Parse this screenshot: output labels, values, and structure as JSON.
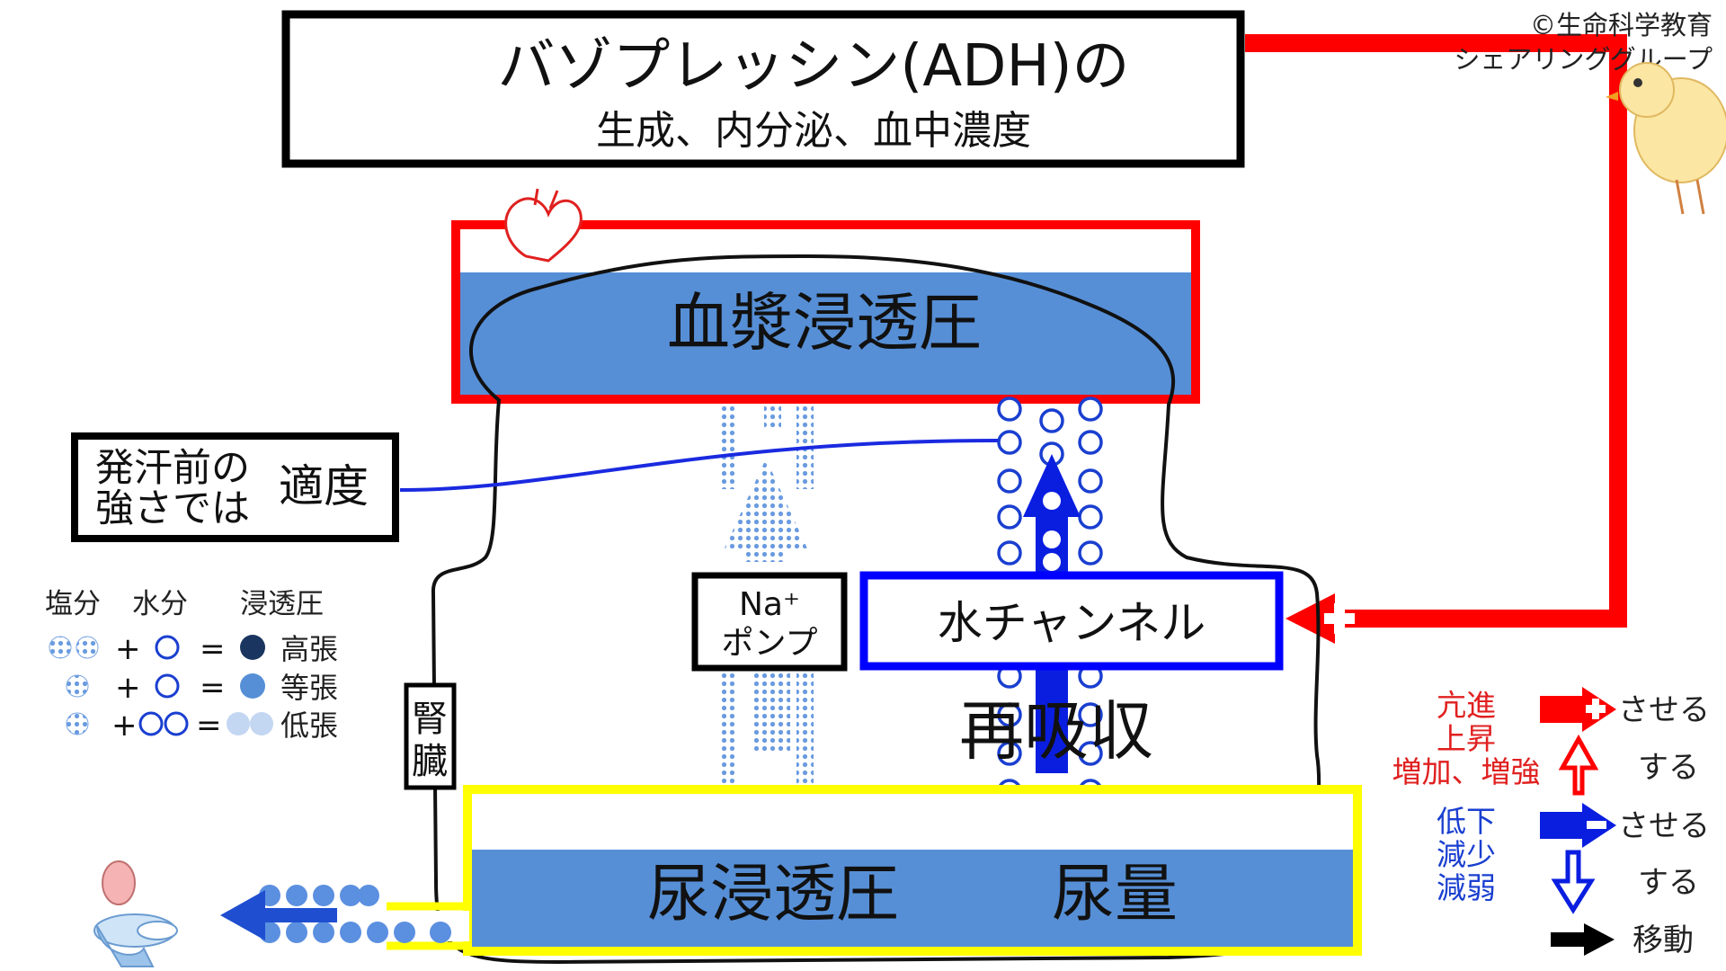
{
  "header": {
    "title": "バゾプレッシン(ADH)の",
    "subtitle": "生成、内分泌、血中濃度"
  },
  "copyright": {
    "line1": "©生命科学教育",
    "line2": "シェアリンググループ"
  },
  "plasma": {
    "label": "血漿浸透圧"
  },
  "sweat": {
    "line1": "発汗前の",
    "line2": "強さでは",
    "value": "適度"
  },
  "legend_osmo": {
    "headers": [
      "塩分",
      "水分",
      "浸透圧"
    ],
    "plus": "+",
    "equals": "=",
    "rows": [
      "高張",
      "等張",
      "低張"
    ]
  },
  "pump": {
    "line1": "Na⁺",
    "line2": "ポンプ"
  },
  "channel": {
    "label": "水チャンネル"
  },
  "reabsorb": {
    "label": "再吸収"
  },
  "kidney": {
    "label": "腎臓"
  },
  "urine": {
    "osmo_label": "尿浸透圧",
    "volume_label": "尿量"
  },
  "legend_arrows": {
    "items": [
      {
        "text": "亢進",
        "color": "#e02020"
      },
      {
        "text": "上昇",
        "color": "#e02020"
      },
      {
        "text": "増加、増強",
        "color": "#e02020"
      },
      {
        "text": "低下",
        "color": "#1a3fd0"
      },
      {
        "text": "減少",
        "color": "#1a3fd0"
      },
      {
        "text": "減弱",
        "color": "#1a3fd0"
      }
    ],
    "saseru": "させる",
    "suru": "する",
    "move": "移動"
  },
  "colors": {
    "red": "#ff0000",
    "blue": "#0000ff",
    "fill_blue": "#568fd6",
    "yellow": "#ffff00",
    "navy": "#1a3560"
  }
}
